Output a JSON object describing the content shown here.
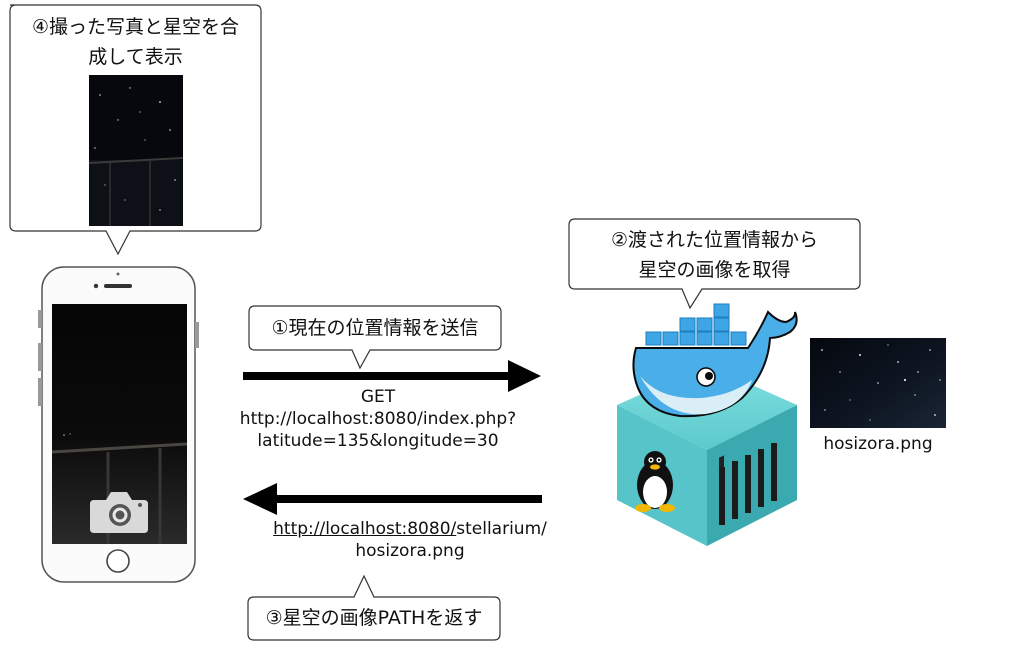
{
  "callouts": {
    "step1": "①現在の位置情報を送信",
    "step2_line1": "②渡された位置情報から",
    "step2_line2": "星空の画像を取得",
    "step3": "③星空の画像PATHを返す",
    "step4_line1": "④撮った写真と星空を合",
    "step4_line2": "成して表示"
  },
  "request": {
    "method": "GET",
    "url_line1": "http://localhost:8080/index.php?",
    "url_line2": "latitude=135&longitude=30"
  },
  "response": {
    "url_underlined": "http://localhost:8080/",
    "url_rest": "stellarium/",
    "filename": "hosizora.png"
  },
  "server_image": {
    "caption": "hosizora.png"
  },
  "icons": {
    "phone": "smartphone-icon",
    "camera": "camera-icon",
    "docker": "docker-whale-icon",
    "linux": "linux-tux-icon"
  },
  "colors": {
    "arrow": "#000000",
    "sky": "#0a0e16",
    "docker_blue": "#2496ed",
    "container_teal": "#4fc1c7"
  }
}
